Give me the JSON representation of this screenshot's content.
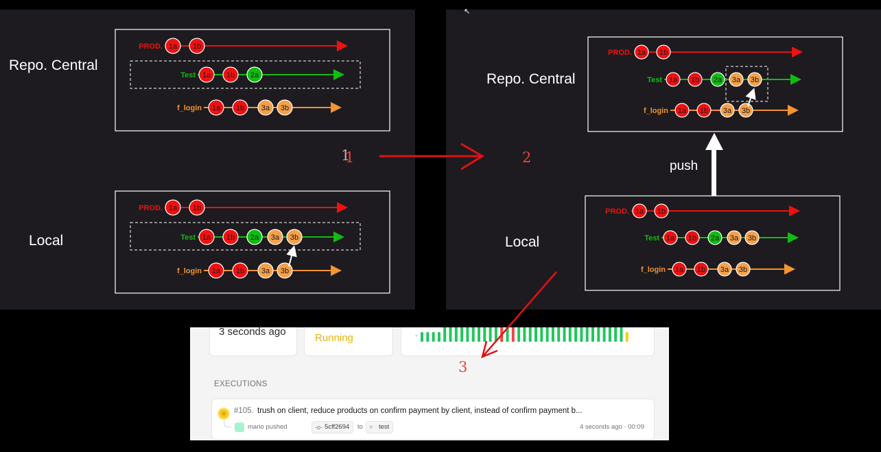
{
  "colors": {
    "prod": "#ee1111",
    "test": "#11bb11",
    "f_login": "#f29433",
    "node_orange": "#f5a04a",
    "arrow_red": "#e01212",
    "panel_bg": "#1d1b1f"
  },
  "left_panel": {
    "repo_label": "Repo. Central",
    "local_label": "Local",
    "repo_rows": [
      {
        "branch": "PROD.",
        "nodes": [
          "1a",
          "1b"
        ]
      },
      {
        "branch": "Test",
        "nodes": [
          "1a",
          "1b",
          "2a"
        ]
      },
      {
        "branch": "f_login",
        "nodes": [
          "1a",
          "1b",
          "3a",
          "3b"
        ]
      }
    ],
    "local_rows": [
      {
        "branch": "PROD.",
        "nodes": [
          "1a",
          "1b"
        ]
      },
      {
        "branch": "Test",
        "nodes": [
          "1a",
          "1b",
          "2a",
          "3a",
          "3b"
        ]
      },
      {
        "branch": "f_login",
        "nodes": [
          "1a",
          "1b",
          "3a",
          "3b"
        ]
      }
    ]
  },
  "right_panel": {
    "repo_label": "Repo. Central",
    "local_label": "Local",
    "push_label": "push",
    "repo_rows": [
      {
        "branch": "PROD.",
        "nodes": [
          "1a",
          "1b"
        ]
      },
      {
        "branch": "Test",
        "nodes": [
          "1a",
          "1b",
          "2a",
          "3a",
          "3b"
        ]
      },
      {
        "branch": "f_login",
        "nodes": [
          "1a",
          "1b",
          "3a",
          "3b"
        ]
      }
    ],
    "local_rows": [
      {
        "branch": "PROD.",
        "nodes": [
          "1a",
          "1b"
        ]
      },
      {
        "branch": "Test",
        "nodes": [
          "1a",
          "1b",
          "2a",
          "3a",
          "3b"
        ]
      },
      {
        "branch": "f_login",
        "nodes": [
          "1a",
          "1b",
          "3a",
          "3b"
        ]
      }
    ]
  },
  "steps": {
    "one_ghost": "1",
    "one": "1",
    "two": "2",
    "three": "3"
  },
  "ci": {
    "time_value": "3 seconds ago",
    "status_value": "Running",
    "bar_history": [
      "g",
      "g",
      "g",
      "g",
      "g",
      "g",
      "g",
      "g",
      "g",
      "g",
      "g",
      "g",
      "g",
      "g",
      "r",
      "g",
      "r",
      "g",
      "g",
      "g",
      "g",
      "g",
      "g",
      "g",
      "g",
      "g",
      "g",
      "g",
      "g",
      "g",
      "g",
      "g",
      "g",
      "g",
      "g",
      "g",
      "y"
    ],
    "bar_colors": {
      "g": "#22c55e",
      "r": "#ef4444",
      "y": "#facc15"
    },
    "executions_heading": "EXECUTIONS",
    "execution": {
      "number": "#105.",
      "message": "trush on client, reduce products on confirm payment by client, instead of confirm payment b...",
      "author_action": "mario pushed",
      "commit": "5cff2694",
      "to_text": "to",
      "branch": "test",
      "time_ago": "4 seconds ago",
      "duration": "00:09",
      "separator": "·"
    }
  }
}
